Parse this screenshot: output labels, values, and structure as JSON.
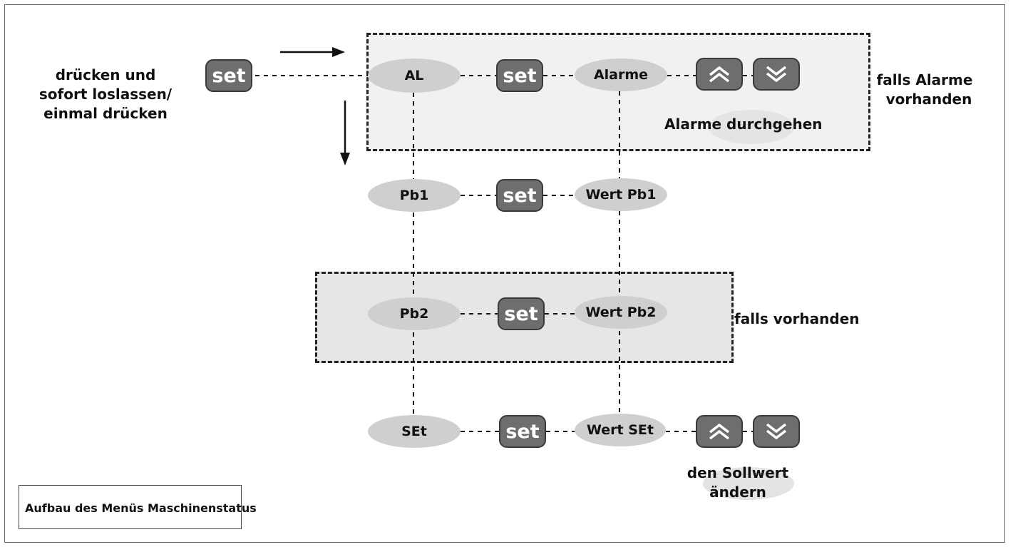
{
  "diagram": {
    "caption": "Aufbau des Menüs Maschinenstatus",
    "start_instruction": [
      "drücken und",
      "sofort loslassen/",
      "einmal drücken"
    ],
    "set_key_label": "set",
    "alarm_region_label": [
      "falls Alarme",
      "vorhanden"
    ],
    "pb2_region_label": "falls vorhanden",
    "rows": [
      {
        "item": "AL",
        "value": "Alarme"
      },
      {
        "item": "Pb1",
        "value": "Wert Pb1"
      },
      {
        "item": "Pb2",
        "value": "Wert Pb2"
      },
      {
        "item": "SEt",
        "value": "Wert SEt"
      }
    ],
    "alarm_action": "Alarme durchgehen",
    "setpoint_action": [
      "den Sollwert",
      "ändern"
    ],
    "icons": {
      "up": "up-chevron-icon",
      "down": "down-chevron-icon"
    },
    "colors": {
      "key": "#6e6e6e",
      "node": "#cfcfcf",
      "region": "#efefef"
    }
  }
}
